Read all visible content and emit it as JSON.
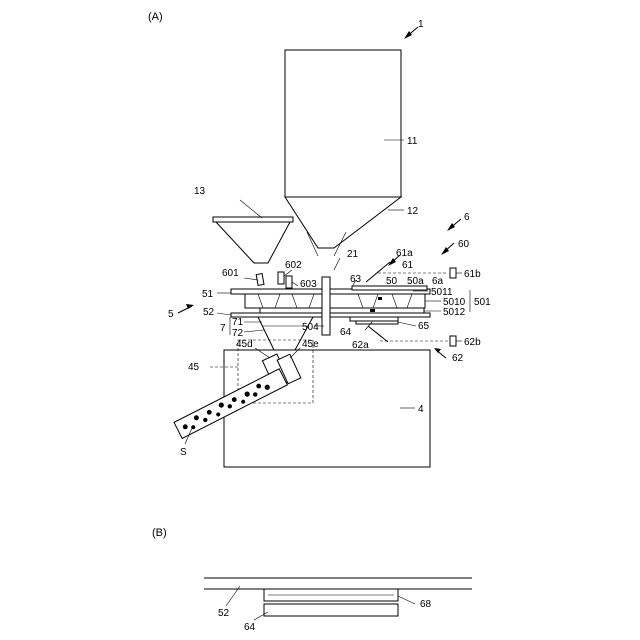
{
  "figure_a": {
    "panel_label": "(A)",
    "labels": {
      "l1": "1",
      "l11": "11",
      "l12": "12",
      "l13": "13",
      "l6": "6",
      "l21": "21",
      "l61a": "61a",
      "l61": "61",
      "l60": "60",
      "l601": "601",
      "l602": "602",
      "l63": "63",
      "l50": "50",
      "l50a": "50a",
      "l6a": "6a",
      "l61b": "61b",
      "l603": "603",
      "l5011": "5011",
      "l51": "51",
      "l5010": "5010",
      "l501": "501",
      "l5": "5",
      "l52": "52",
      "l5012": "5012",
      "l71": "71",
      "l7": "7",
      "l72": "72",
      "l504": "504",
      "l64": "64",
      "l65": "65",
      "l62a": "62a",
      "l62b": "62b",
      "l45d": "45d",
      "l45e": "45e",
      "l62": "62",
      "l45": "45",
      "l4": "4",
      "lS": "S"
    }
  },
  "figure_b": {
    "panel_label": "(B)",
    "labels": {
      "l52": "52",
      "l68": "68",
      "l64": "64"
    }
  }
}
